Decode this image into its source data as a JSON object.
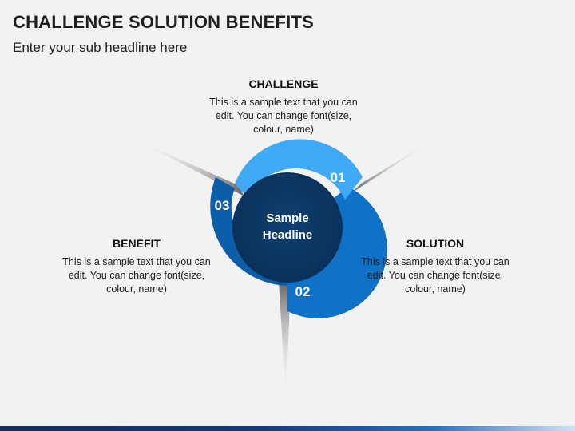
{
  "header": {
    "title": "CHALLENGE SOLUTION BENEFITS",
    "subtitle": "Enter your sub headline here"
  },
  "center": {
    "line1": "Sample",
    "line2": "Headline"
  },
  "segments": [
    {
      "number": "01",
      "heading": "CHALLENGE",
      "text": "This is a sample text that you can edit. You can change font(size, colour, name)",
      "color": "#3fa9f5"
    },
    {
      "number": "02",
      "heading": "SOLUTION",
      "text": "This is a sample text that you can edit. You can change font(size, colour, name)",
      "color": "#0f72c7"
    },
    {
      "number": "03",
      "heading": "BENEFIT",
      "text": "This is a sample text that you can edit. You can change font(size, colour, name)",
      "color": "#0d5ea8"
    }
  ],
  "colors": {
    "center_circle": "#0b3560",
    "footer_bar": "#0b3c86"
  }
}
